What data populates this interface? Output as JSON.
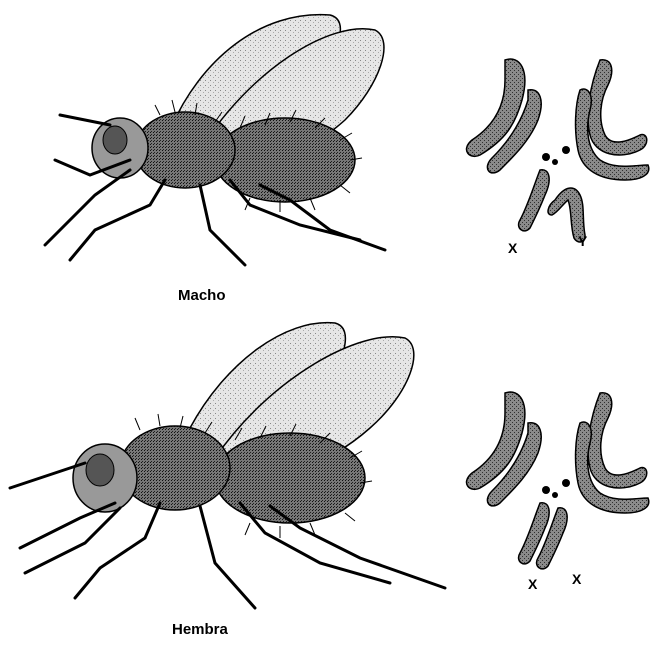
{
  "figure": {
    "male": {
      "caption": "Macho",
      "chromosome_labels": [
        "X",
        "Y"
      ]
    },
    "female": {
      "caption": "Hembra",
      "chromosome_labels": [
        "X",
        "X"
      ]
    }
  },
  "colors": {
    "ink": "#000000",
    "body_fill": "#6e6e6e",
    "chromosome_fill": "#8a8a8a",
    "wing_fill": "#dcdcdc"
  }
}
